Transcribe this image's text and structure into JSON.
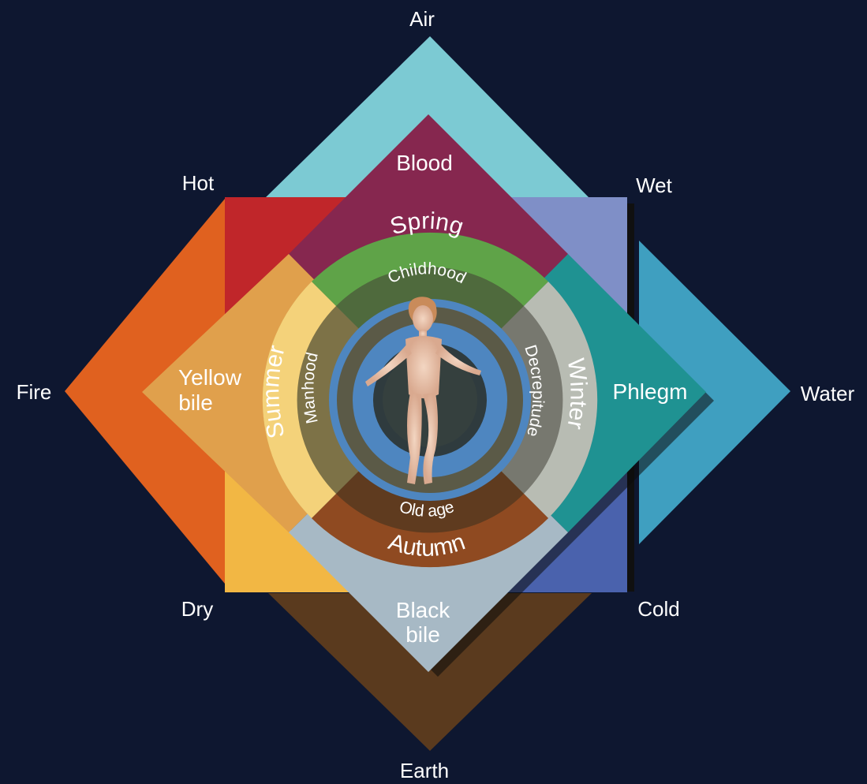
{
  "elements": {
    "air": "Air",
    "fire": "Fire",
    "water": "Water",
    "earth": "Earth"
  },
  "qualities": {
    "hot": "Hot",
    "wet": "Wet",
    "dry": "Dry",
    "cold": "Cold"
  },
  "humours": {
    "blood": "Blood",
    "yellow_bile_line1": "Yellow",
    "yellow_bile_line2": "bile",
    "phlegm": "Phlegm",
    "black_bile_line1": "Black",
    "black_bile_line2": "bile"
  },
  "seasons": {
    "spring": "Spring",
    "summer": "Summer",
    "winter": "Winter",
    "autumn": "Autumn"
  },
  "ages": {
    "childhood": "Childhood",
    "manhood": "Manhood",
    "decrepitude": "Decrepitude",
    "old_age": "Old age"
  },
  "colors": {
    "background": "#0e1730",
    "air": "#7ccad3",
    "fire": "#e0611f",
    "water": "#3f9fc0",
    "earth": "#5a3a1e",
    "hot": "#c0262a",
    "wet": "#7f8fc7",
    "dry": "#f2b744",
    "cold": "#4a62ad",
    "blood": "#86274f",
    "yellow_bile": "#e0a04c",
    "phlegm": "#1f9292",
    "black_bile": "#a7b9c5",
    "spring": "#5fa348",
    "summer": "#f4d27a",
    "winter": "#b8bcb3",
    "autumn": "#8f4a21",
    "inner_ring": "#5e5c4e",
    "blue_ring": "#4e86c0",
    "core": "#2f3b3e"
  },
  "icons": {
    "figure": "human-figure-icon"
  }
}
